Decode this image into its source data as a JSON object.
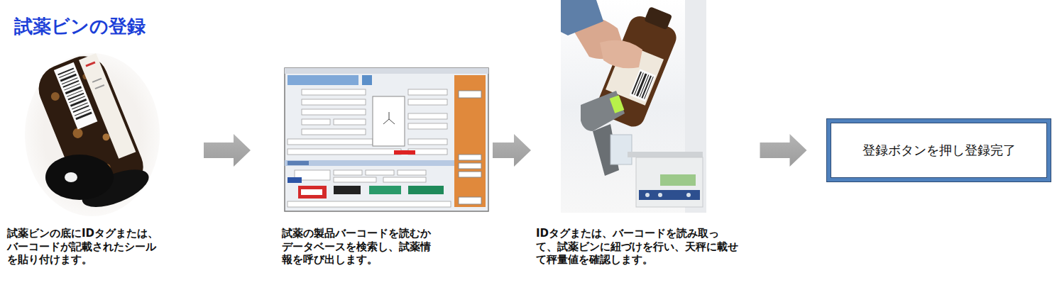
{
  "diagram": {
    "title": "試薬ビンの登録",
    "nodes": [
      {
        "text": [
          "試薬ビンの底にIDタグまたは、バーコードが記載されたシールを貼り付けます。"
        ]
      },
      {
        "text": [
          "試薬の製品バーコードを読むかデータベースを検索し、試薬情報を呼び出します。"
        ]
      },
      {
        "text": [
          "IDタグまたは、バーコードを読み取って、試薬ビンに紐づけを行い、天秤に載せて秤量値を確認します。"
        ]
      },
      {
        "text": [
          "登録ボタンを押し登録完了"
        ]
      }
    ],
    "edges": [
      {
        "from": 0,
        "to": 1,
        "arrow": "to"
      },
      {
        "from": 1,
        "to": 2,
        "arrow": "to"
      },
      {
        "from": 2,
        "to": 3,
        "arrow": "to"
      }
    ]
  }
}
